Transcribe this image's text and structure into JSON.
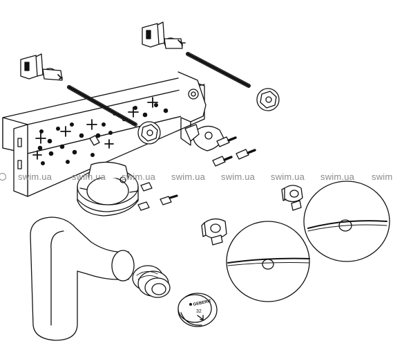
{
  "watermark": {
    "text": "swim.ua",
    "count": 7
  },
  "cap_label": {
    "brand": "GEBERIT",
    "size": "32"
  },
  "colors": {
    "stroke": "#111111",
    "fill": "#ffffff",
    "watermark": "#8a8a8a"
  },
  "parts": [
    "mounting-rail",
    "threaded-rod-upper",
    "threaded-rod-lower",
    "rail-clip-left",
    "rail-clip-right",
    "hex-nut",
    "pipe-clamp",
    "bracket-screws",
    "plug-small",
    "plug-left",
    "elbow-pipe",
    "threaded-fitting",
    "cover-cap",
    "rosette-disc-front",
    "rosette-disc-back"
  ]
}
